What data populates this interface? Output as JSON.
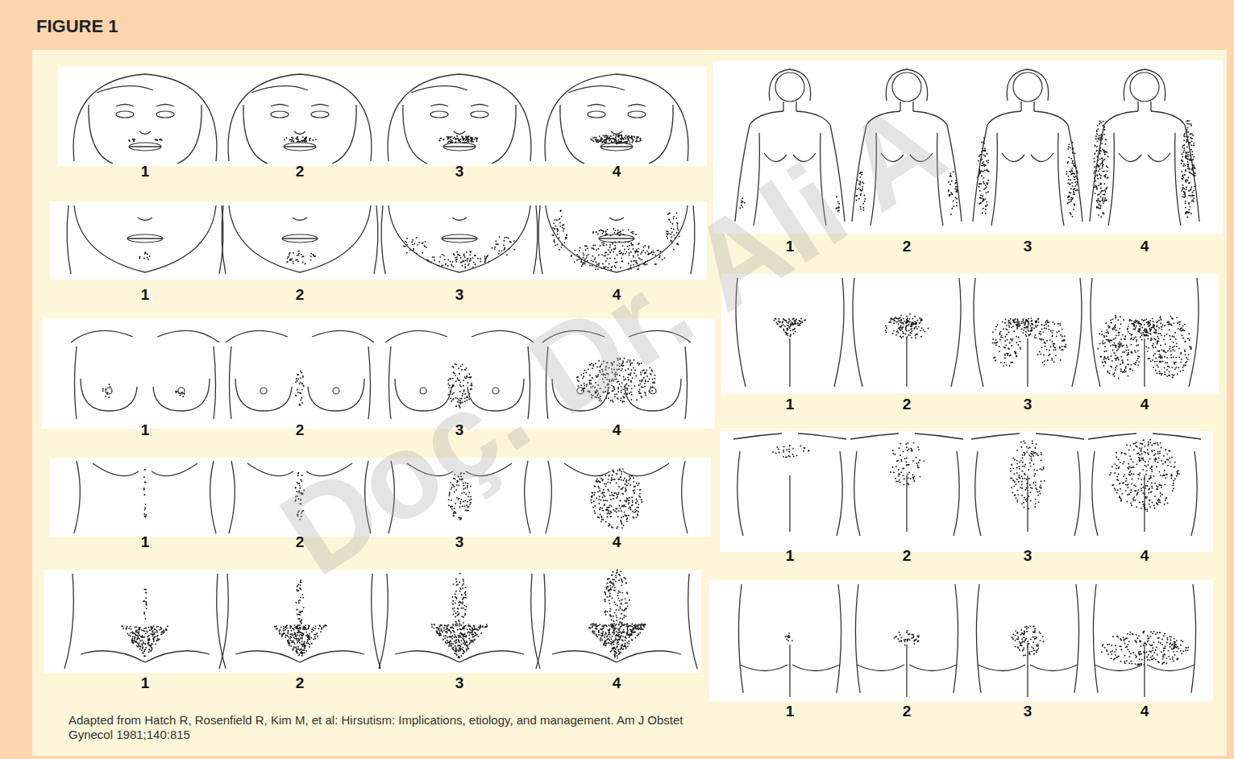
{
  "diagram": {
    "title": "FIGURE 1",
    "caption": "Adapted from Hatch R, Rosenfield R, Kim M, et al: Hirsutism: Implications, etiology, and management. Am J Obstet Gynecol 1981;140:815",
    "labels": [
      "1",
      "2",
      "3",
      "4",
      "1",
      "2",
      "3",
      "4",
      "1",
      "2",
      "3",
      "4",
      "1",
      "2",
      "3",
      "4",
      "1",
      "2",
      "3",
      "4",
      "1",
      "2",
      "3",
      "4",
      "1",
      "2",
      "3",
      "4",
      "1",
      "2",
      "3",
      "4",
      "1",
      "2",
      "3",
      "4",
      "Doç. Dr. Ali A"
    ]
  }
}
